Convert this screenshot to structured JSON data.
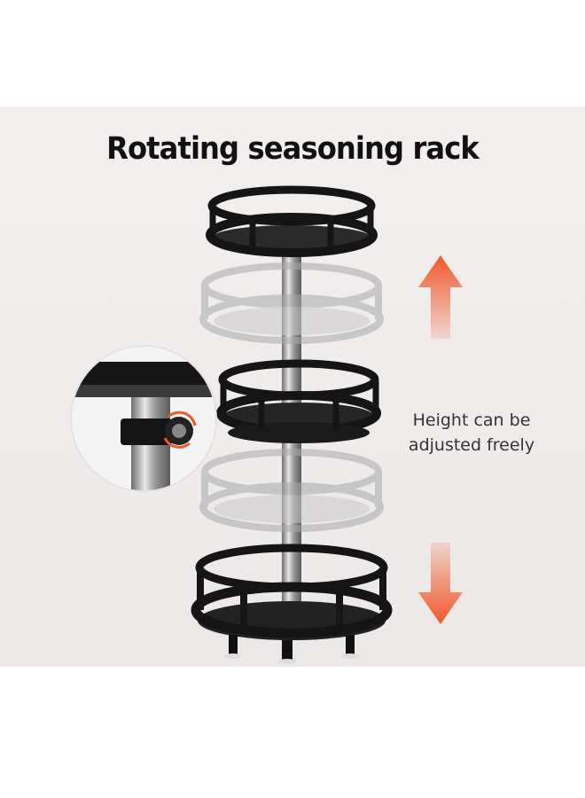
{
  "title": "Rotating seasoning rack",
  "caption": {
    "line1": "Height can be",
    "line2": "adjusted freely"
  },
  "colors": {
    "rack": "#1a1a1a",
    "ghost": "#b8b8b8",
    "arrow": "#f0592b",
    "background": "#efebeb"
  },
  "icons": {
    "up_arrow": "arrow-up-icon",
    "down_arrow": "arrow-down-icon",
    "rotate": "rotate-icon"
  }
}
